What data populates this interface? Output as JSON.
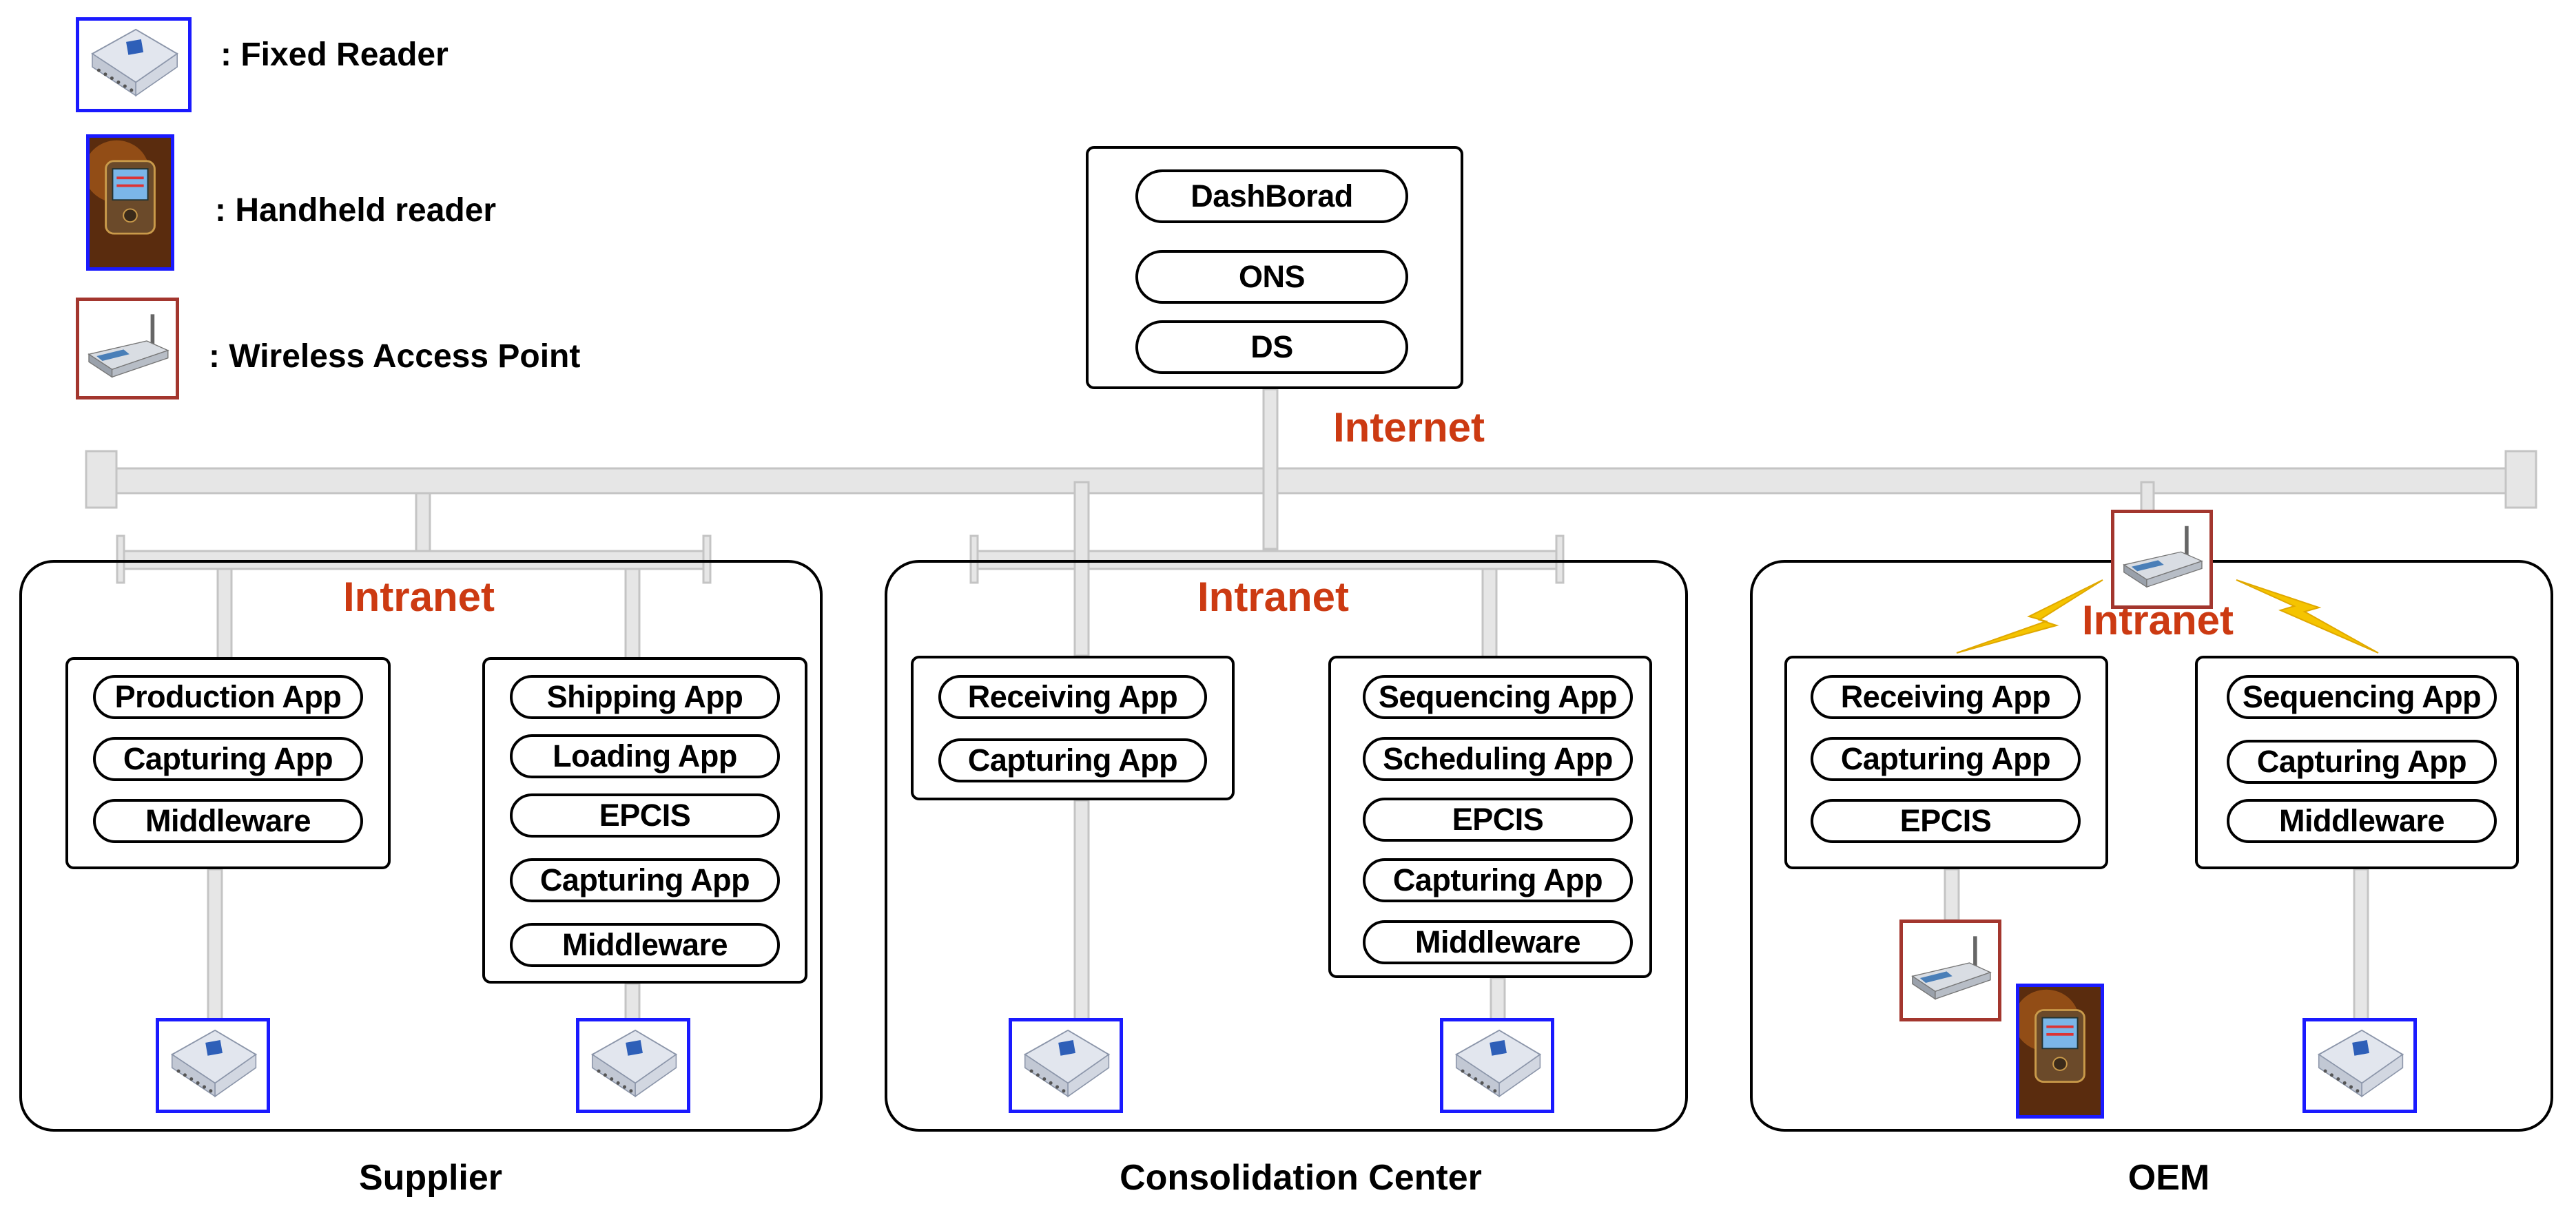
{
  "legend": {
    "fixed_reader": ": Fixed Reader",
    "handheld_reader": ": Handheld reader",
    "wireless_ap": ": Wireless Access Point"
  },
  "center_box": {
    "items": [
      "DashBorad",
      "ONS",
      "DS"
    ]
  },
  "network": {
    "internet_label": "Internet",
    "intranet_label": "Intranet"
  },
  "sites": {
    "supplier": {
      "name": "Supplier",
      "left_stack": [
        "Production App",
        "Capturing App",
        "Middleware"
      ],
      "right_stack": [
        "Shipping App",
        "Loading App",
        "EPCIS",
        "Capturing App",
        "Middleware"
      ]
    },
    "consolidation": {
      "name": "Consolidation Center",
      "left_stack": [
        "Receiving App",
        "Capturing App"
      ],
      "right_stack": [
        "Sequencing App",
        "Scheduling App",
        "EPCIS",
        "Capturing App",
        "Middleware"
      ]
    },
    "oem": {
      "name": "OEM",
      "left_stack": [
        "Receiving App",
        "Capturing App",
        "EPCIS"
      ],
      "right_stack": [
        "Sequencing App",
        "Capturing App",
        "Middleware"
      ]
    }
  },
  "colors": {
    "network_red": "#cc3a12",
    "reader_border": "#1a1aff",
    "ap_border": "#a3362e",
    "bus_fill": "#e6e6e6",
    "lightning": "#f5c400"
  }
}
